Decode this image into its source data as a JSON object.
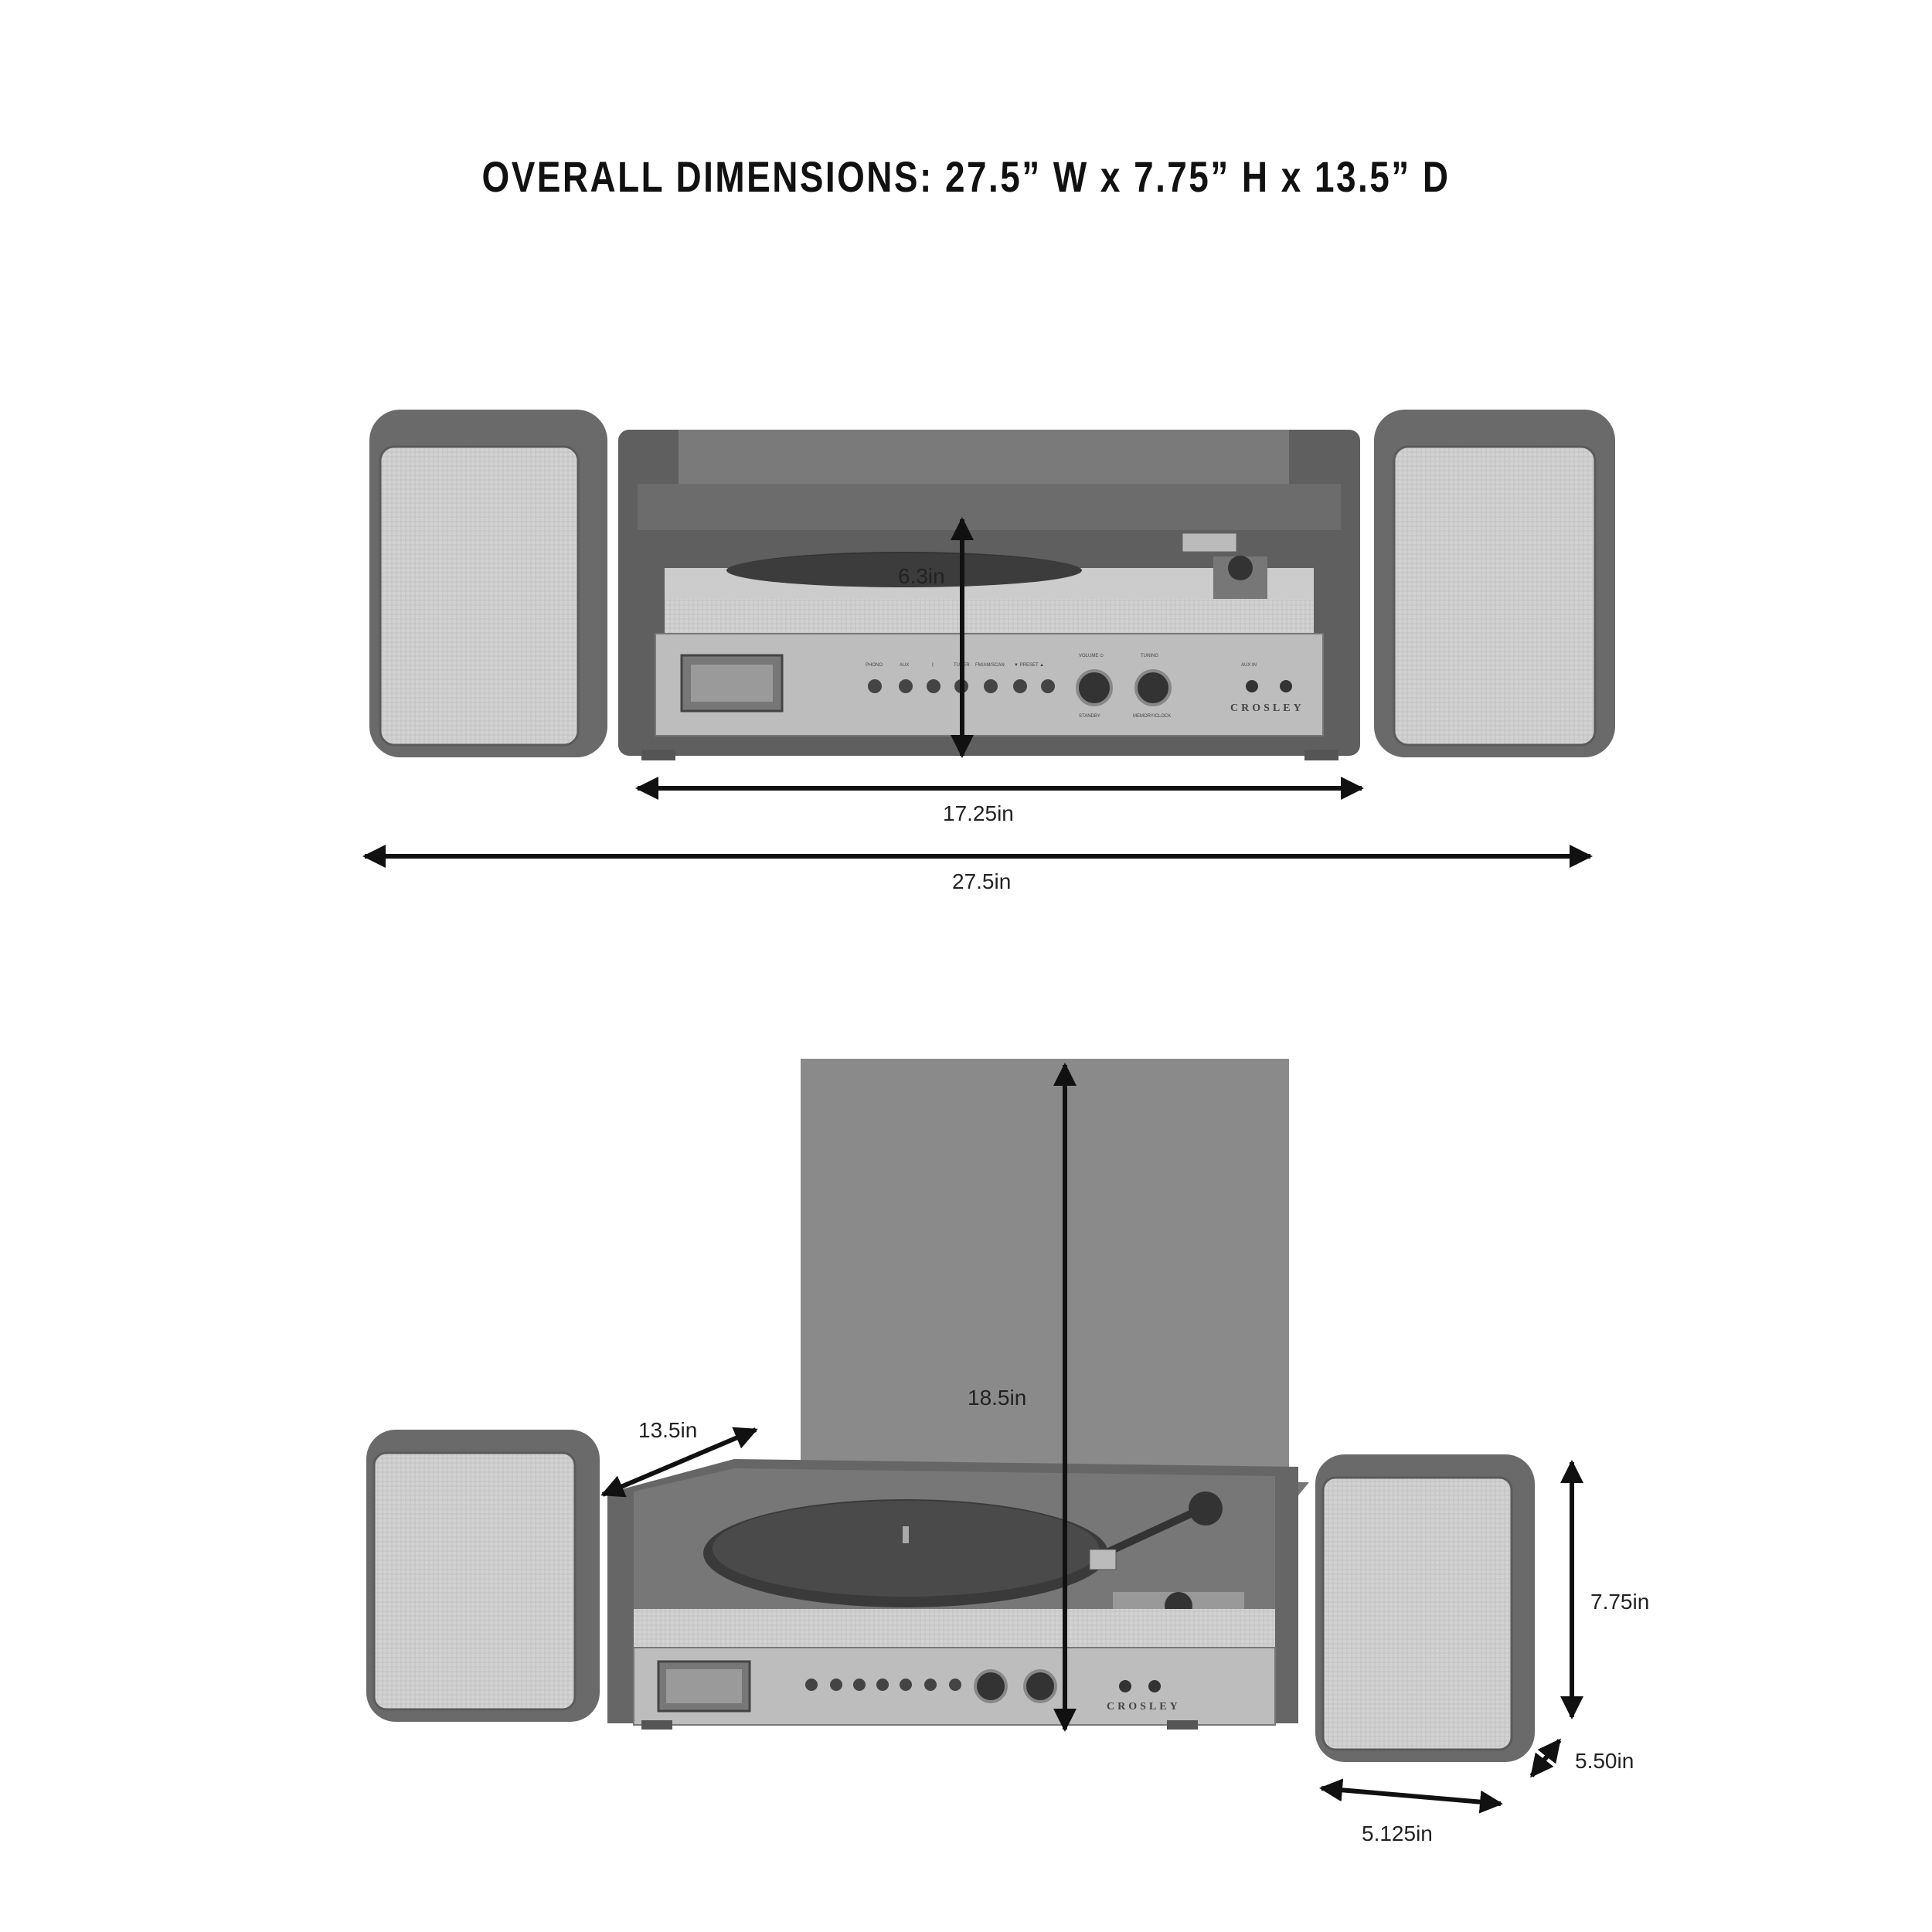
{
  "title": "OVERALL DIMENSIONS: 27.5” W x 7.75” H x 13.5” D",
  "brand": "CROSLEY",
  "front_view": {
    "height_label": "6.3in",
    "unit_width_label": "17.25in",
    "overall_width_label": "27.5in"
  },
  "open_view": {
    "lid_open_height_label": "18.5in",
    "depth_label": "13.5in",
    "speaker_height_label": "7.75in",
    "speaker_width_label": "5.125in",
    "speaker_depth_label": "5.50in"
  },
  "controls": {
    "phono": "PHONO",
    "aux": "AUX",
    "bluetooth": "ᛒ",
    "tuner": "TUNER",
    "fm_scan": "FM/AM/SCAN",
    "preset": "▼ PRESET ▲",
    "volume": "VOLUME ⏻",
    "tuning": "TUNING",
    "standby": "STANDBY",
    "memory_clock": "MEMORY/CLOCK",
    "aux_in": "AUX IN"
  },
  "colors": {
    "body": "#6e6e6e",
    "dark": "#555555",
    "fabric": "#cfcfcf",
    "panel": "#bdbdbd",
    "arrow": "#111111"
  }
}
